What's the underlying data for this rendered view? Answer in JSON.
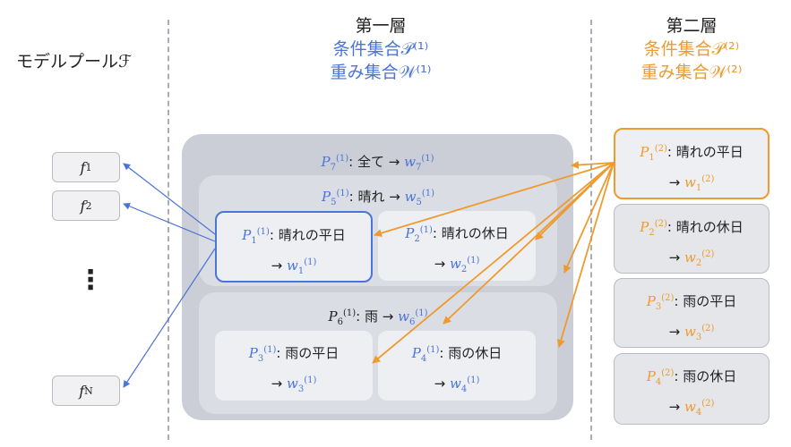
{
  "left_header": "モデルプールℱ",
  "layer1": {
    "title": "第一層",
    "cond_set": "条件集合𝒫⁽¹⁾",
    "weight_set": "重み集合𝒲⁽¹⁾"
  },
  "layer2": {
    "title": "第二層",
    "cond_set": "条件集合𝒫⁽²⁾",
    "weight_set": "重み集合𝒲⁽²⁾"
  },
  "models": [
    "f",
    "f",
    "f"
  ],
  "model_subs": [
    "1",
    "2",
    "N"
  ],
  "ellipsis": "⋮",
  "arrow": "→",
  "sep": ": ",
  "layer1_nodes": {
    "all": {
      "p": "P",
      "psub": "7",
      "sup": "(1)",
      "label": "全て",
      "w": "w",
      "wsub": "7"
    },
    "sunny": {
      "p": "P",
      "psub": "5",
      "sup": "(1)",
      "label": "晴れ",
      "w": "w",
      "wsub": "5"
    },
    "rain": {
      "p": "P",
      "psub": "6",
      "sup": "(1)",
      "label": "雨",
      "w": "w",
      "wsub": "6"
    },
    "leaves": [
      {
        "p": "P",
        "psub": "1",
        "sup": "(1)",
        "label": "晴れの平日",
        "w": "w",
        "wsub": "1"
      },
      {
        "p": "P",
        "psub": "2",
        "sup": "(1)",
        "label": "晴れの休日",
        "w": "w",
        "wsub": "2"
      },
      {
        "p": "P",
        "psub": "3",
        "sup": "(1)",
        "label": "雨の平日",
        "w": "w",
        "wsub": "3"
      },
      {
        "p": "P",
        "psub": "4",
        "sup": "(1)",
        "label": "雨の休日",
        "w": "w",
        "wsub": "4"
      }
    ]
  },
  "layer2_nodes": [
    {
      "p": "P",
      "psub": "1",
      "sup": "(2)",
      "label": "晴れの平日",
      "w": "w",
      "wsub": "1"
    },
    {
      "p": "P",
      "psub": "2",
      "sup": "(2)",
      "label": "晴れの休日",
      "w": "w",
      "wsub": "2"
    },
    {
      "p": "P",
      "psub": "3",
      "sup": "(2)",
      "label": "雨の平日",
      "w": "w",
      "wsub": "3"
    },
    {
      "p": "P",
      "psub": "4",
      "sup": "(2)",
      "label": "雨の休日",
      "w": "w",
      "wsub": "4"
    }
  ],
  "colors": {
    "layer1": "#4a74d8",
    "layer2": "#ee9a2e",
    "box_outer": "#cbced6",
    "box_mid": "#dadde3"
  }
}
